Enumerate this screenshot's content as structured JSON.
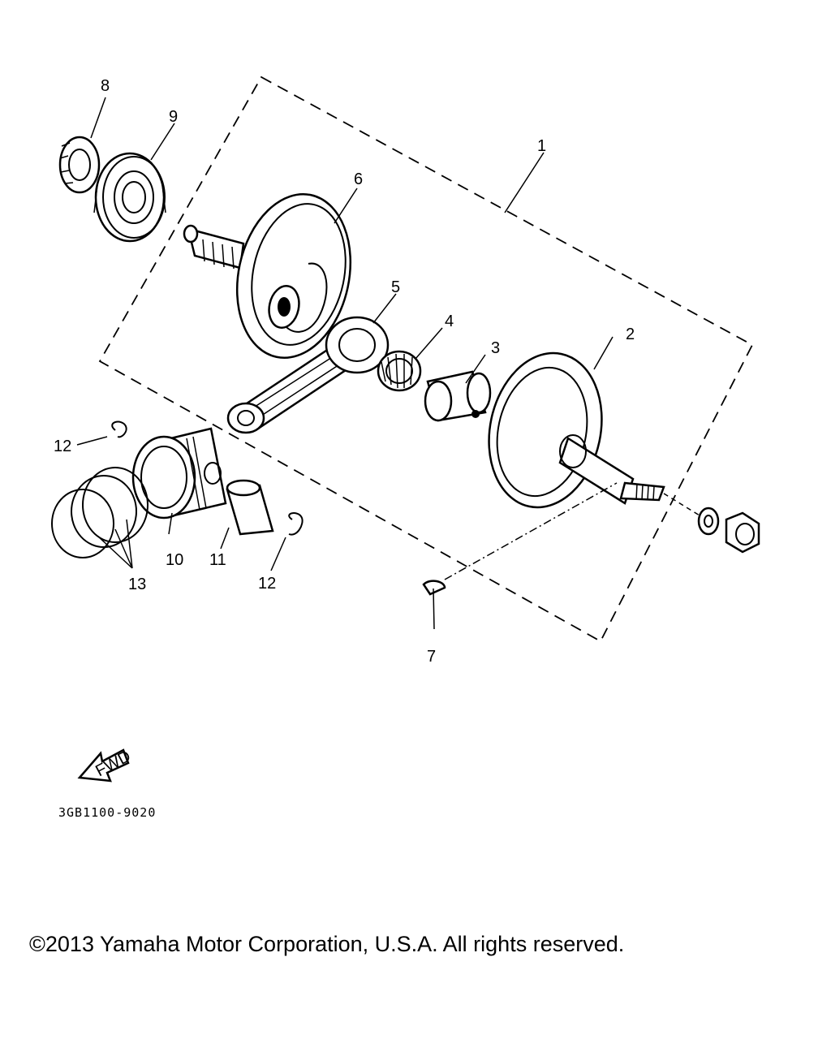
{
  "diagram": {
    "callouts": [
      {
        "id": "c1",
        "text": "1"
      },
      {
        "id": "c2",
        "text": "2"
      },
      {
        "id": "c3",
        "text": "3"
      },
      {
        "id": "c4",
        "text": "4"
      },
      {
        "id": "c5",
        "text": "5"
      },
      {
        "id": "c6",
        "text": "6"
      },
      {
        "id": "c7",
        "text": "7"
      },
      {
        "id": "c8",
        "text": "8"
      },
      {
        "id": "c9",
        "text": "9"
      },
      {
        "id": "c10",
        "text": "10"
      },
      {
        "id": "c11",
        "text": "11"
      },
      {
        "id": "c12a",
        "text": "12"
      },
      {
        "id": "c12b",
        "text": "12"
      },
      {
        "id": "c13",
        "text": "13"
      }
    ],
    "fwd_label": "FWD",
    "diagram_code": "3GB1100-9020"
  },
  "footer": {
    "copyright": "©2013 Yamaha Motor Corporation, U.S.A. All rights reserved."
  }
}
